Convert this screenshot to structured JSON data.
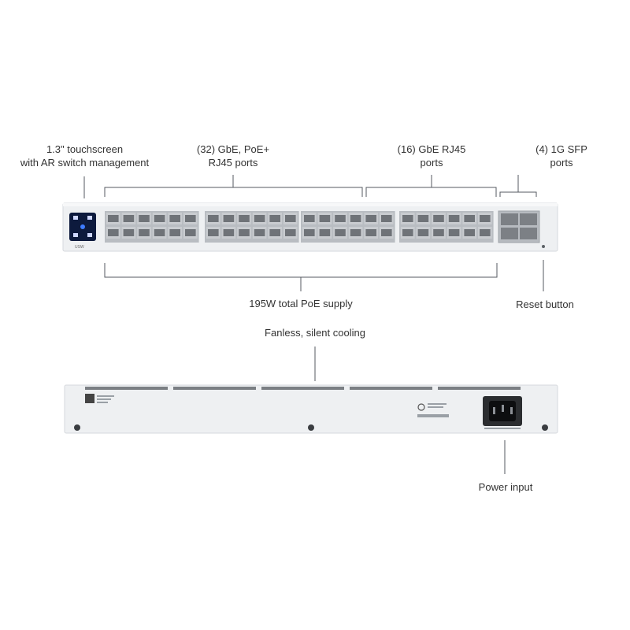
{
  "callouts": {
    "touchscreen": {
      "line1": "1.3\" touchscreen",
      "line2": "with AR switch management"
    },
    "poe_ports": {
      "line1": "(32) GbE, PoE+",
      "line2": "RJ45 ports"
    },
    "gbe_ports": {
      "line1": "(16) GbE RJ45",
      "line2": "ports"
    },
    "sfp_ports": {
      "line1": "(4) 1G SFP",
      "line2": "ports"
    },
    "poe_supply": {
      "text": "195W total PoE supply"
    },
    "reset": {
      "text": "Reset button"
    },
    "cooling": {
      "text": "Fanless, silent cooling"
    },
    "power": {
      "text": "Power input"
    }
  },
  "device": {
    "front_logo": "USW",
    "poe_port_count": 32,
    "gbe_port_count": 16,
    "sfp_port_count": 4
  },
  "colors": {
    "chassis": "#eef0f2",
    "chassis_edge": "#d6d9dd",
    "port_face": "#c9ccd0",
    "port_hole": "#6f7378",
    "touchscreen": "#0d1a3d",
    "leader_line": "#555a60"
  }
}
